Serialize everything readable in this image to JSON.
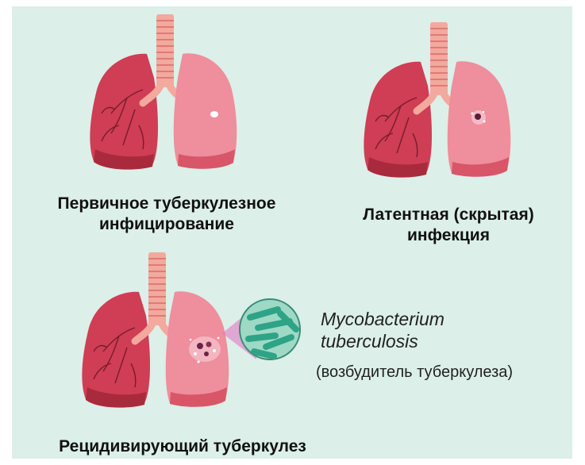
{
  "stages": [
    {
      "caption_lines": [
        "Первичное туберкулезное",
        "инфицирование"
      ]
    },
    {
      "caption_lines": [
        "Латентная (скрытая)",
        "инфекция"
      ]
    },
    {
      "caption_lines": [
        "Рецидивирующий туберкулез"
      ]
    }
  ],
  "pathogen": {
    "name_lines": [
      "Mycobacterium",
      "tuberculosis"
    ],
    "description": "(возбудитель туберкулеза)"
  },
  "colors": {
    "background": "#dcefe9",
    "lung_dark": "#cf3e54",
    "lung_light": "#ef8e9c",
    "trachea": "#f3a99d",
    "bacteria": "#2fa386",
    "inflammation": "#e86ac0"
  }
}
